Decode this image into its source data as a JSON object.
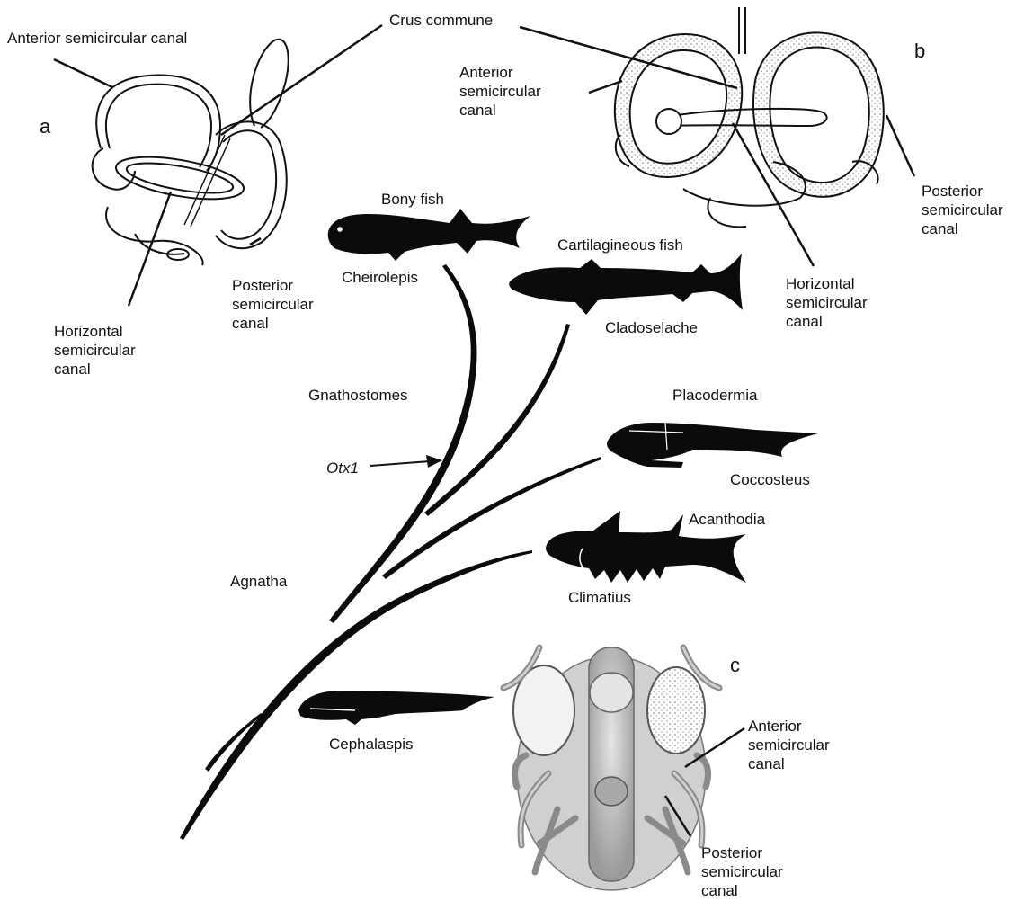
{
  "panels": {
    "a": "a",
    "b": "b",
    "c": "c"
  },
  "panel_a": {
    "anterior": "Anterior semicircular canal",
    "horizontal_lines": [
      "Horizontal",
      "semicircular",
      "canal"
    ],
    "posterior_lines": [
      "Posterior",
      "semicircular",
      "canal"
    ]
  },
  "panel_b": {
    "crus_commune": "Crus commune",
    "anterior_lines": [
      "Anterior",
      "semicircular",
      "canal"
    ],
    "horizontal_lines": [
      "Horizontal",
      "semicircular",
      "canal"
    ],
    "posterior_lines": [
      "Posterior",
      "semicircular",
      "canal"
    ]
  },
  "tree": {
    "bony_fish": "Bony fish",
    "cheirolepis": "Cheirolepis",
    "cartilagineous_fish": "Cartilagineous fish",
    "cladoselache": "Cladoselache",
    "gnathostomes": "Gnathostomes",
    "otx1": "Otx1",
    "placodermia": "Placodermia",
    "coccosteus": "Coccosteus",
    "acanthodia": "Acanthodia",
    "climatius": "Climatius",
    "agnatha": "Agnatha",
    "cephalaspis": "Cephalaspis"
  },
  "panel_c": {
    "anterior_lines": [
      "Anterior",
      "semicircular",
      "canal"
    ],
    "posterior_lines": [
      "Posterior",
      "semicircular",
      "canal"
    ]
  },
  "colors": {
    "ink": "#111111",
    "silhouette": "#0b0b0b",
    "stipple": "#c9c9c9",
    "brain": "#bdbdbd"
  }
}
